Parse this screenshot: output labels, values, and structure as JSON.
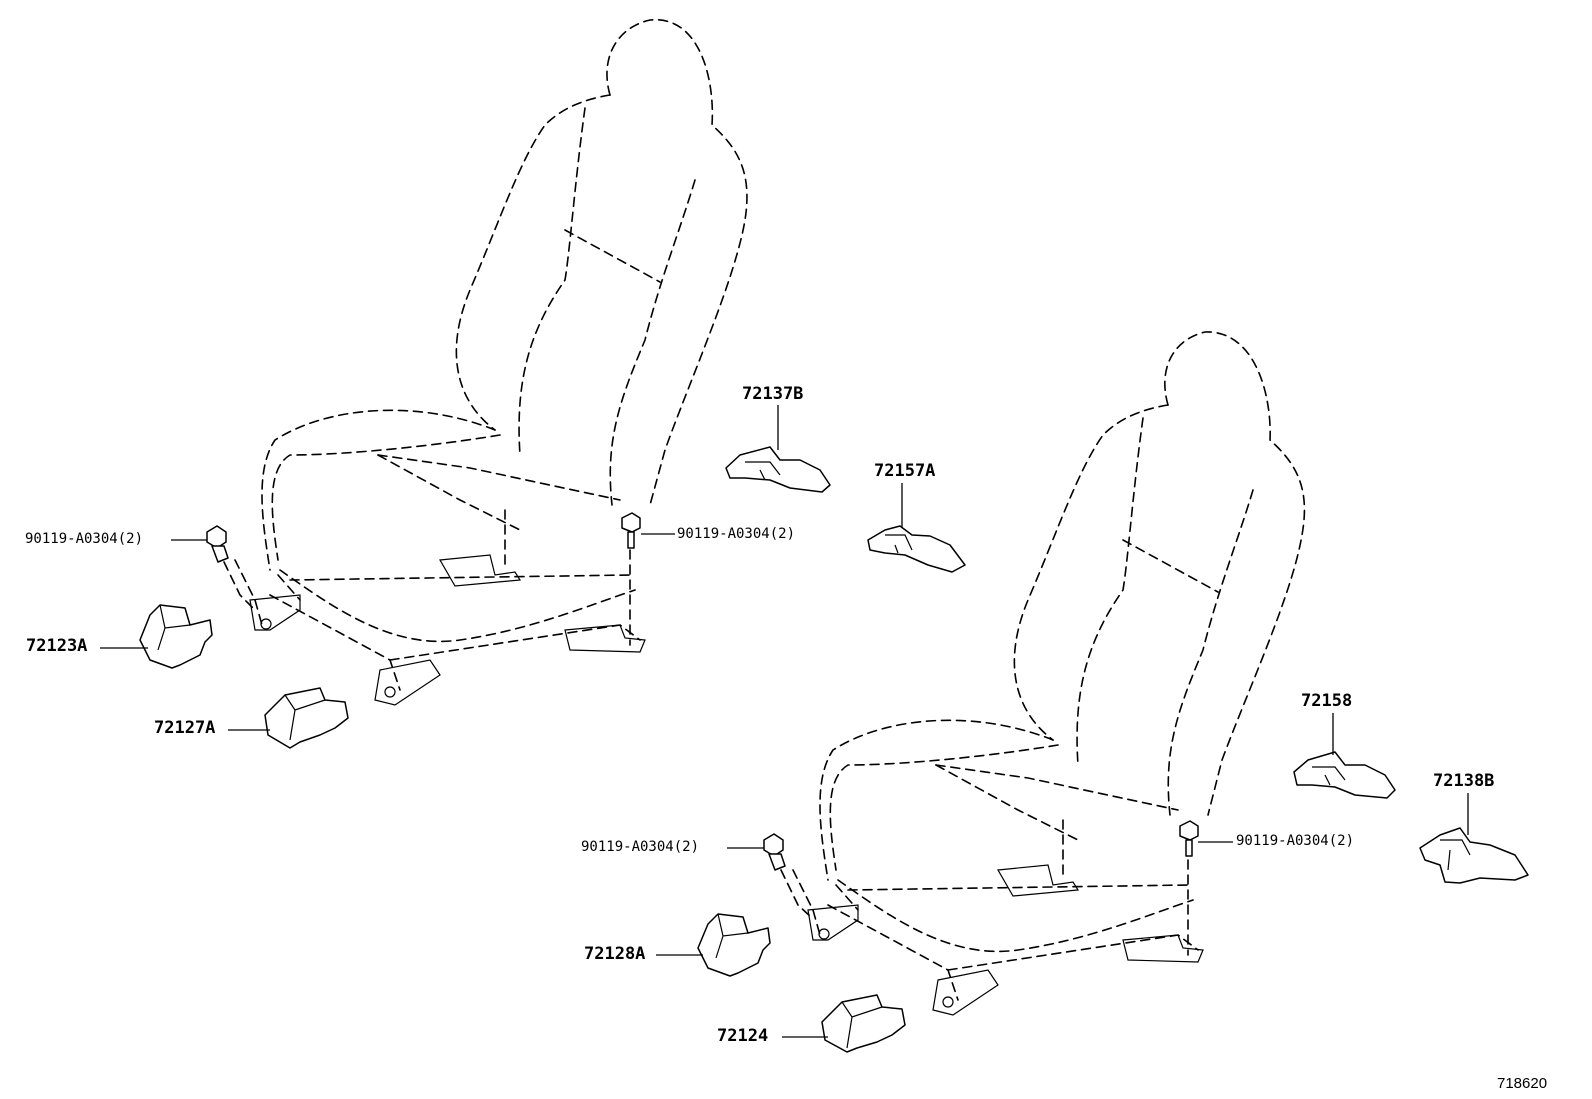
{
  "labels": {
    "p72137B": "72137B",
    "p72157A": "72157A",
    "p72123A": "72123A",
    "p72127A": "72127A",
    "p72158": "72158",
    "p72138B": "72138B",
    "p72128A": "72128A",
    "p72124": "72124",
    "bolt_left_outer": "90119-A0304(2)",
    "bolt_left_inner": "90119-A0304(2)",
    "bolt_right_outer": "90119-A0304(2)",
    "bolt_right_inner": "90119-A0304(2)"
  },
  "figure_code": "718620"
}
